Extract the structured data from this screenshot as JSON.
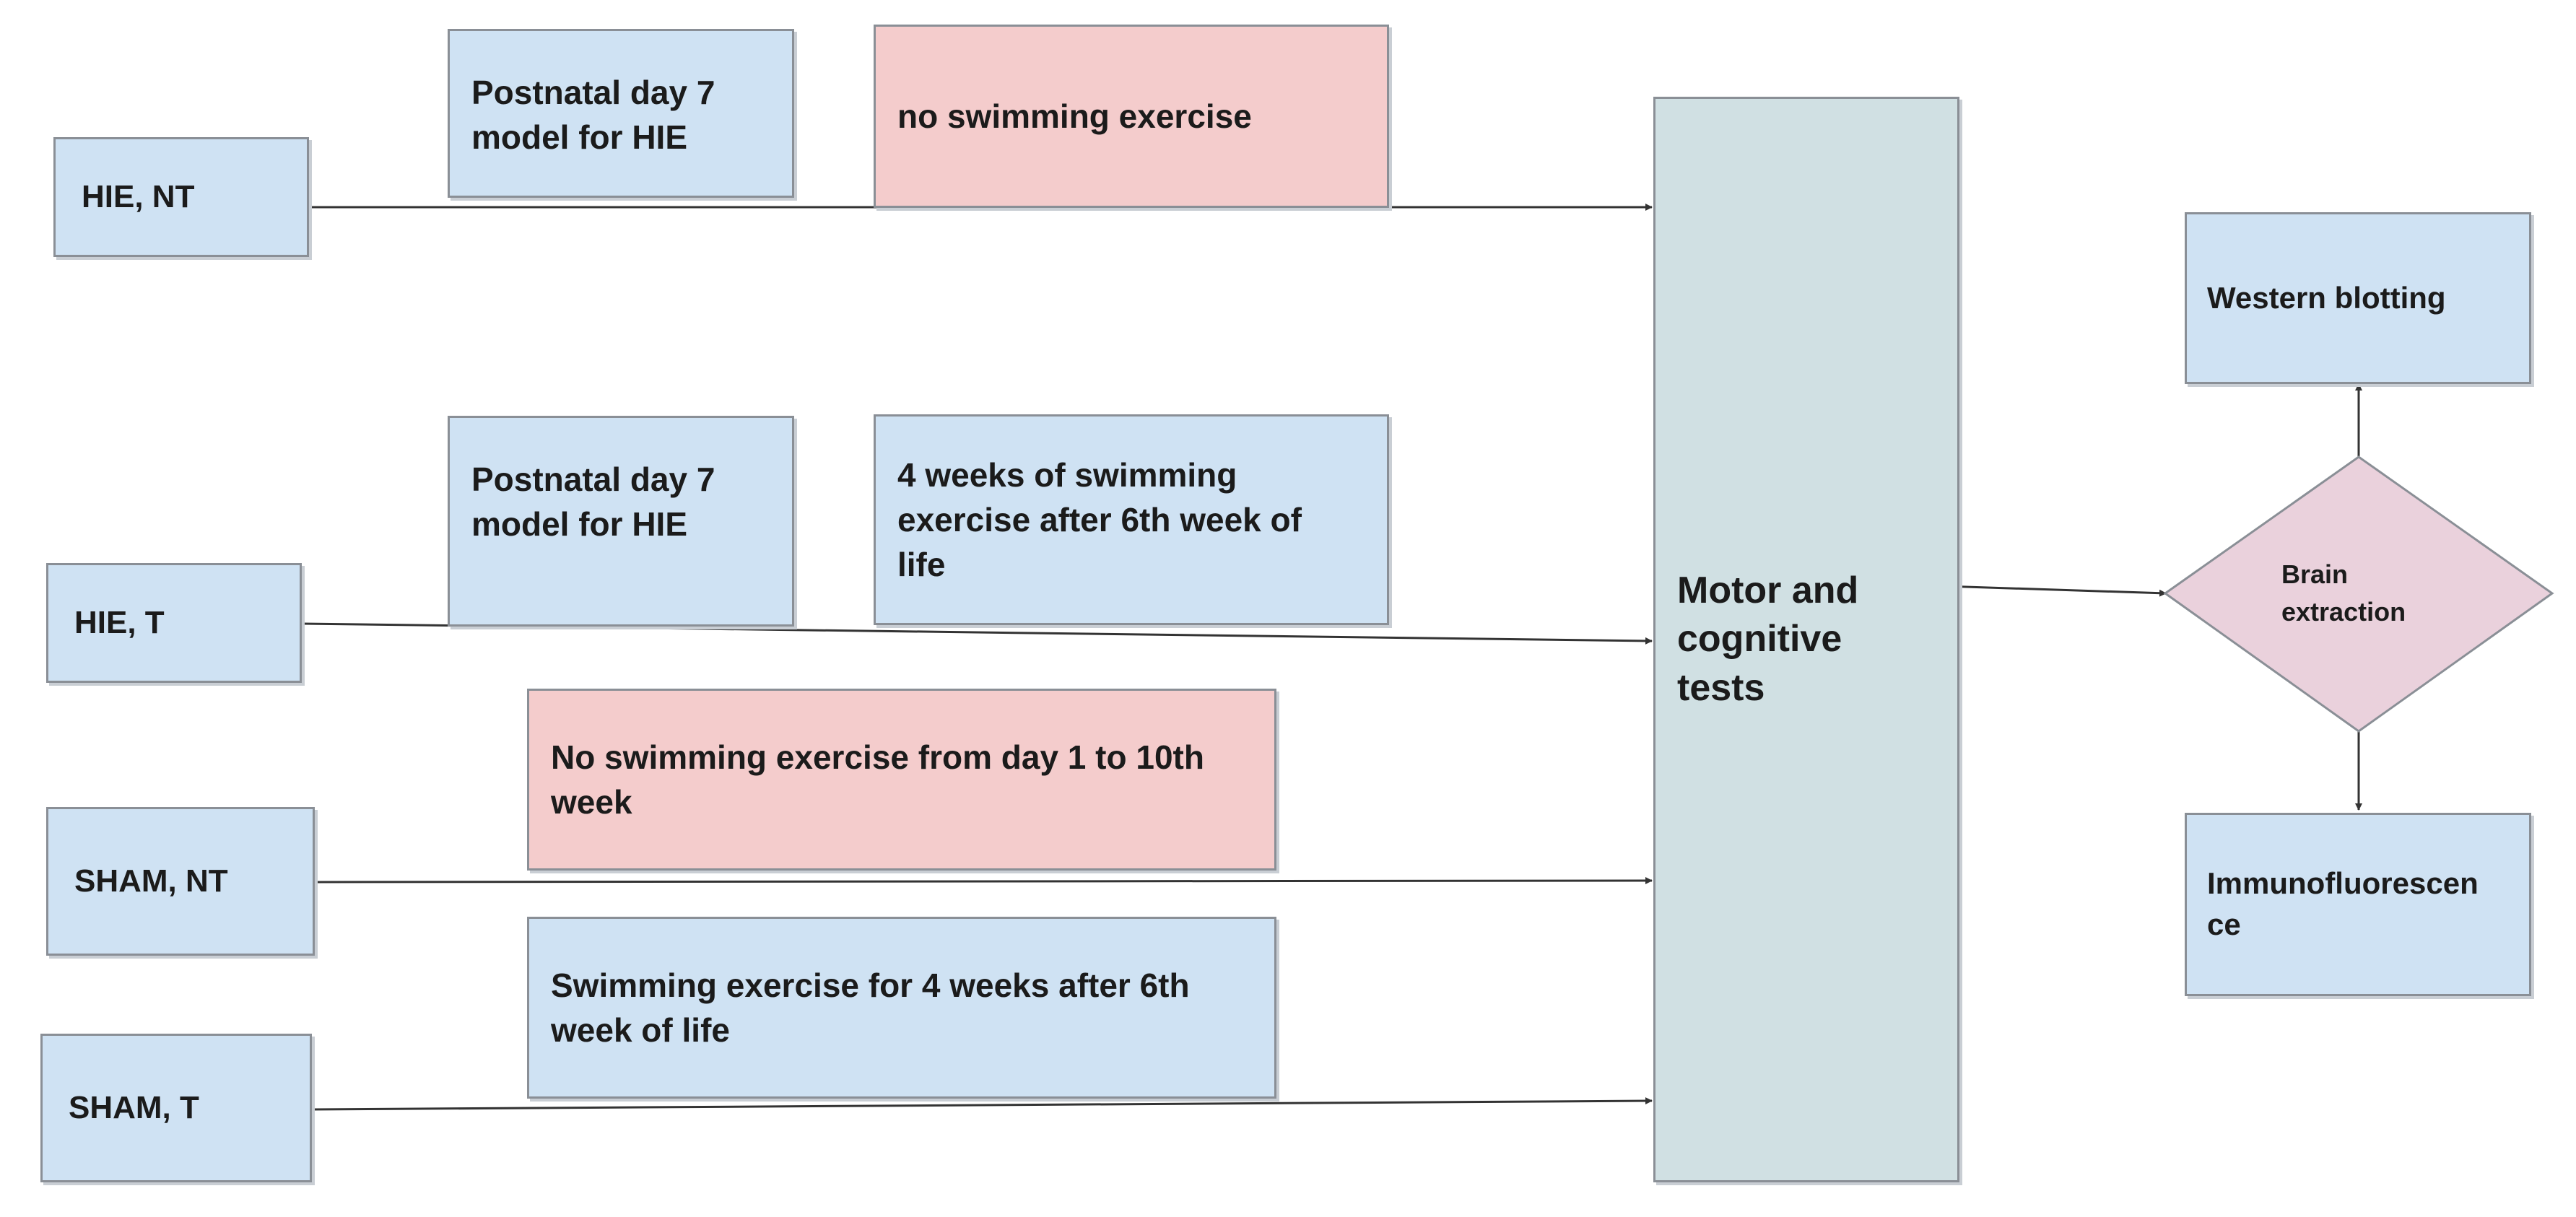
{
  "groups": {
    "hie_nt": "HIE, NT",
    "hie_t": "HIE, T",
    "sham_nt": "SHAM, NT",
    "sham_t": "SHAM, T"
  },
  "steps": {
    "hie_nt_model": "Postnatal day 7\nmodel for HIE",
    "hie_nt_exercise": "no swimming exercise",
    "hie_t_model": "Postnatal day 7\nmodel for HIE",
    "hie_t_exercise": "4 weeks of swimming\nexercise after 6th week of\nlife",
    "sham_nt_exercise": "No swimming exercise from day 1 to 10th\nweek",
    "sham_t_exercise": "Swimming exercise for 4 weeks after 6th\nweek of life"
  },
  "tests": "Motor and\ncognitive\ntests",
  "decision": "Brain\nextraction",
  "analyses": {
    "western": "Western blotting",
    "immuno": "Immunofluorescen\nce"
  },
  "colors": {
    "group_fill": "#cfe2f3",
    "no_exercise_fill": "#f4cccc",
    "tests_fill": "#d0e0e3",
    "decision_fill": "#ead1dc",
    "arrow": "#333333"
  }
}
